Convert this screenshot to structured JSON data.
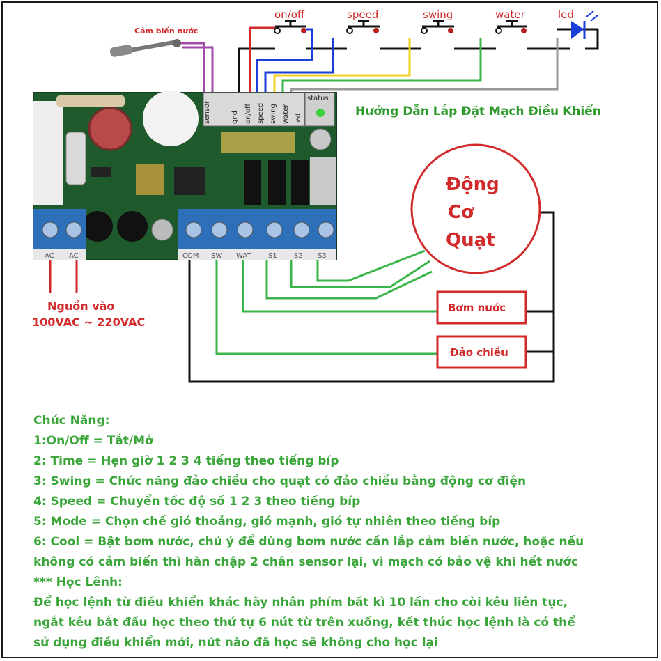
{
  "title": "Hướng Dẫn Lắp Đặt Mạch Điều Khiển",
  "sensor_label": "Cảm biến nước",
  "buttons": [
    {
      "label": "on/off"
    },
    {
      "label": "speed"
    },
    {
      "label": "swing"
    },
    {
      "label": "water"
    },
    {
      "label": "led"
    }
  ],
  "pcb": {
    "top_header_labels": [
      "sensor",
      "gnd",
      "on/off",
      "speed",
      "swing",
      "water",
      "led"
    ],
    "status_label": "status",
    "bottom_terminals": [
      "COM",
      "SW",
      "WAT",
      "S1",
      "S2",
      "S3"
    ],
    "power_terminals": [
      "AC",
      "AC"
    ]
  },
  "motor": {
    "line1": "Động",
    "line2": "Cơ",
    "line3": "Quạt"
  },
  "pump_label": "Bơm nước",
  "reverse_label": "Đảo chiều",
  "power_input": {
    "label": "Nguồn vào",
    "range": "100VAC ~ 220VAC"
  },
  "notes": [
    "Chức Năng:",
    "1:On/Off =  Tắt/Mở",
    "2: Time = Hẹn giờ 1 2 3 4 tiếng theo tiếng bíp",
    "3: Swing = Chức năng đảo chiều cho quạt có đảo chiều bằng động cơ điện",
    "4: Speed = Chuyển tốc độ số 1 2 3 theo tiếng bíp",
    "5: Mode = Chọn chế gió thoảng, gió mạnh, gió tự nhiên theo tiếng bíp",
    "6: Cool = Bật bơm nước, chú ý để dùng bơm nước cần lắp cảm biến nước, hoặc nếu",
    "không có cảm biến thì hàn chập 2 chân sensor lại, vì mạch có bảo vệ khi hết nước",
    "*** Học Lênh:",
    "Để học lệnh từ điều khiển khác hãy nhân phím bất kì 10 lần cho còi kêu liên tục,",
    "ngắt kêu bắt đầu học theo thứ tự 6 nút từ trên xuống, kết thúc học lệnh là có thể",
    "sử dụng điều khiển mới, nút nào đã học sẽ không cho học lại"
  ],
  "colors": {
    "green_wire": "#3bb54a",
    "black_wire": "#111111",
    "red": "#d12a2a",
    "pcb_green": "#1f5a2c",
    "terminal_blue": "#2d6fb8",
    "text_green": "#3aa63a",
    "led_blue": "#1b3fd6"
  }
}
